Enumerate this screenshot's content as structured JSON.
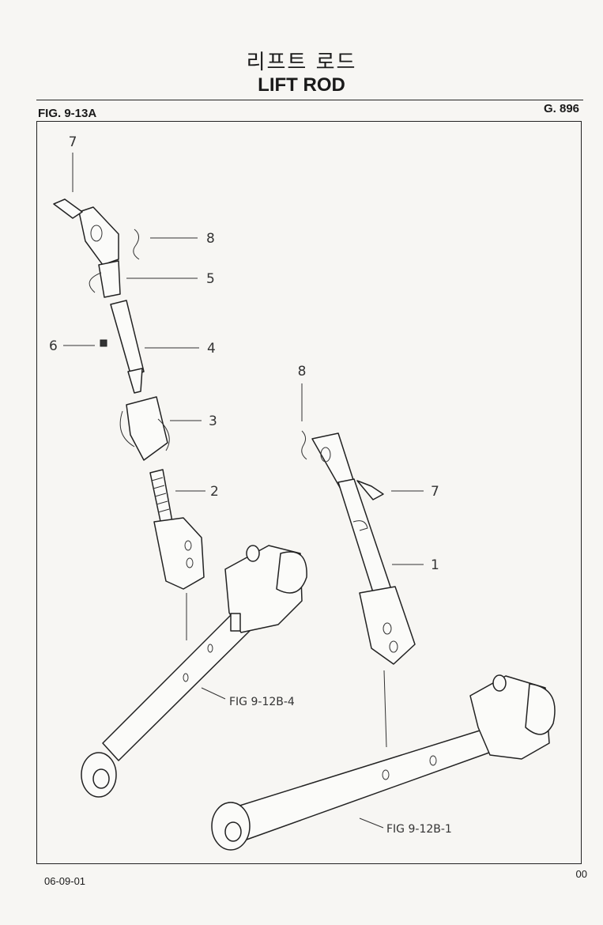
{
  "header": {
    "title_korean": "리프트 로드",
    "title_english": "LIFT ROD",
    "figure": "FIG. 9-13A",
    "group": "G. 896"
  },
  "callouts": [
    {
      "label": "7"
    },
    {
      "label": "8"
    },
    {
      "label": "5"
    },
    {
      "label": "6"
    },
    {
      "label": "4"
    },
    {
      "label": "3"
    },
    {
      "label": "2"
    },
    {
      "label": "8"
    },
    {
      "label": "7"
    },
    {
      "label": "1"
    }
  ],
  "references": {
    "left_arm": "FIG 9-12B-4",
    "right_arm": "FIG 9-12B-1"
  },
  "footer": {
    "date": "06-09-01",
    "page": "00"
  }
}
